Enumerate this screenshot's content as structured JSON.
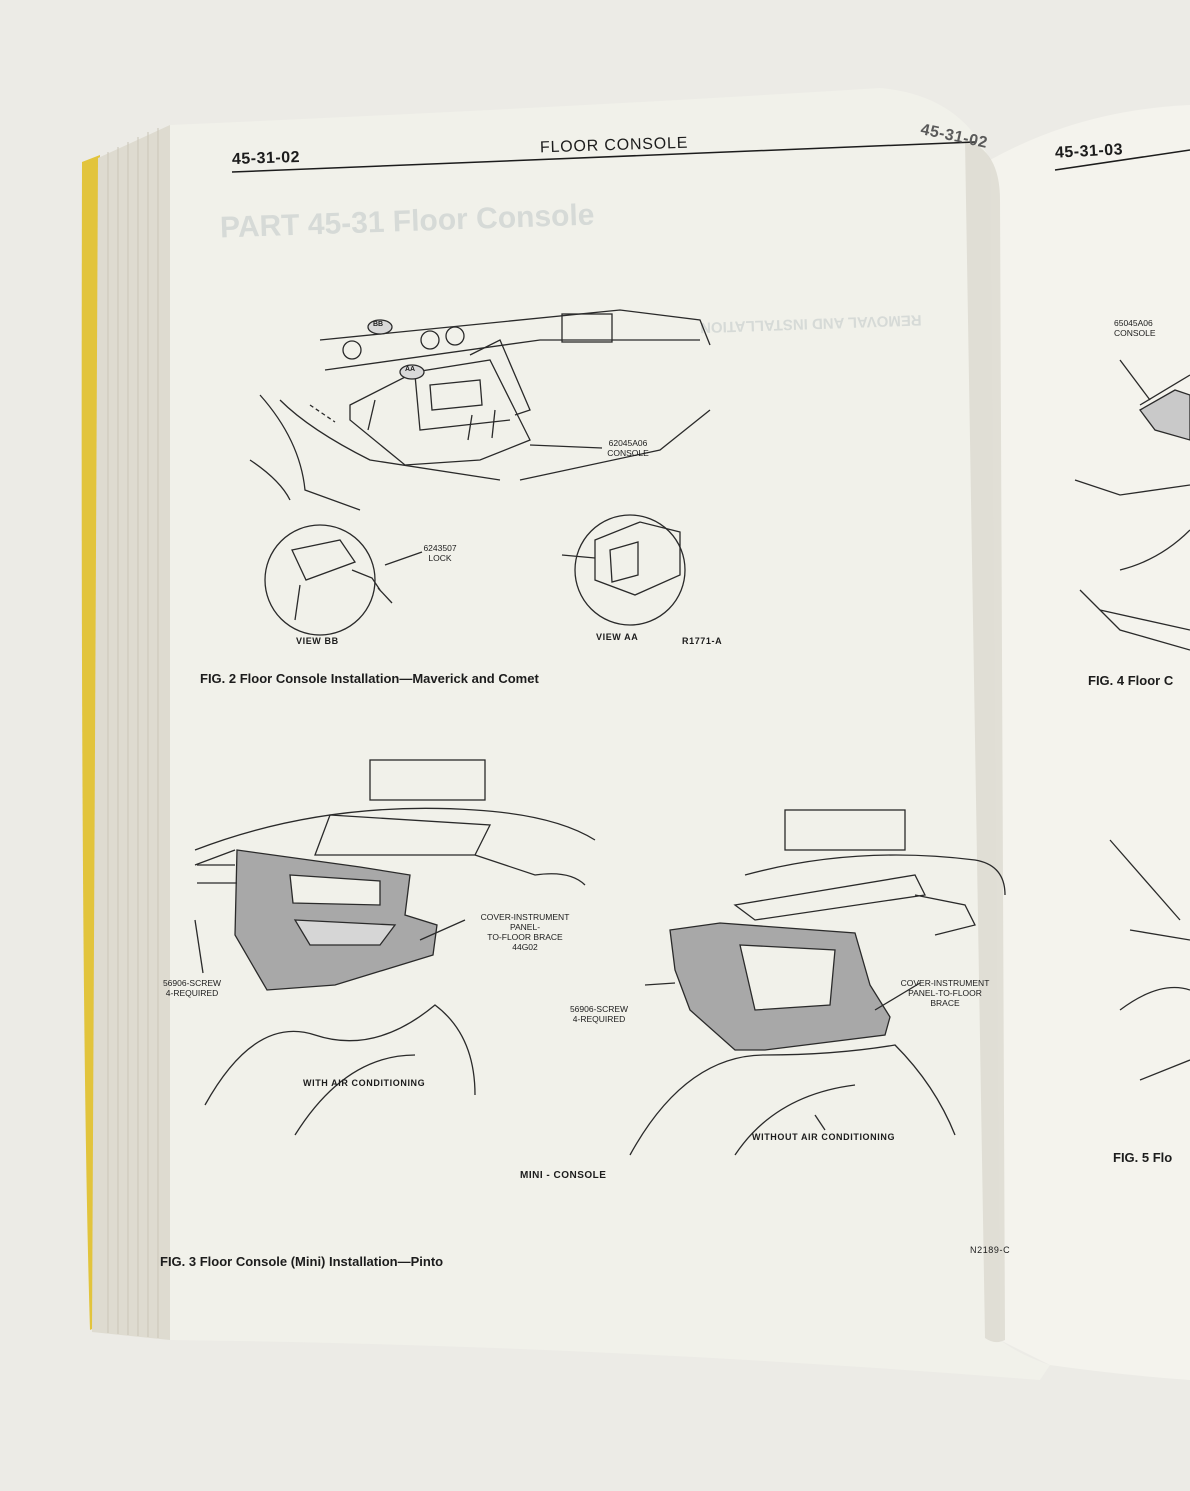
{
  "left_page": {
    "page_number": "45-31-02",
    "section_title": "FLOOR CONSOLE",
    "fig2": {
      "caption": "FIG. 2 Floor Console Installation—Maverick and Comet",
      "callout_console": [
        "62045A06",
        "CONSOLE"
      ],
      "callout_lock": [
        "6243507",
        "LOCK"
      ],
      "view_bb": "VIEW BB",
      "view_aa": "VIEW AA",
      "ref_code": "R1771-A",
      "marker_bb": "BB",
      "marker_aa": "AA"
    },
    "fig3": {
      "caption": "FIG. 3 Floor Console (Mini) Installation—Pinto",
      "cover_left": [
        "COVER-INSTRUMENT PANEL-",
        "TO-FLOOR BRACE",
        "44G02"
      ],
      "screw_left": [
        "56906-SCREW",
        "4-REQUIRED"
      ],
      "with_ac": "WITH AIR CONDITIONING",
      "screw_right": [
        "56906-SCREW",
        "4-REQUIRED"
      ],
      "cover_right": [
        "COVER-INSTRUMENT",
        "PANEL-TO-FLOOR",
        "BRACE"
      ],
      "without_ac": "WITHOUT AIR CONDITIONING",
      "mini_console": "MINI - CONSOLE",
      "ref_code": "N2189-C"
    }
  },
  "right_page": {
    "page_number": "45-31-03",
    "callout_console": [
      "65045A06",
      "CONSOLE"
    ],
    "fig4_caption": "FIG. 4 Floor C",
    "fig5_caption": "FIG. 5 Flo"
  },
  "bleed_through": {
    "part_heading": "PART 45-31 Floor Console",
    "removal": "REMOVAL AND INSTALLATION"
  },
  "colors": {
    "paper": "#f1f1ea",
    "ink": "#1c1c1c",
    "page_edge_yellow": "#e2c43c",
    "background": "#ecebe6",
    "shading": "#a8a8a8"
  }
}
